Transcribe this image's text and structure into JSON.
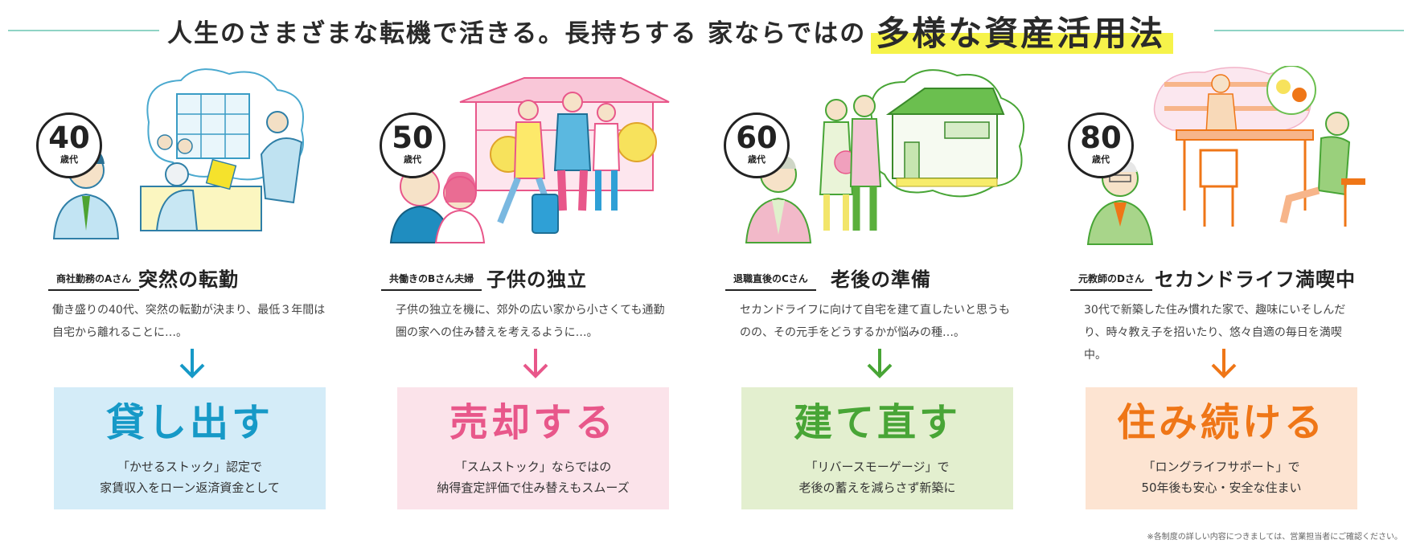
{
  "header": {
    "title_main": "人生のさまざまな転機で活きる。長持ちする 家ならではの",
    "title_highlight": "多様な資産活用法",
    "accent_color": "#f6f34a",
    "rule_color": "#8fd3c5"
  },
  "cases": [
    {
      "age_num": "40",
      "age_unit": "歳代",
      "person": "商社勤務のAさん",
      "heading": "突然の転勤",
      "desc": "働き盛りの40代、突然の転勤が決まり、最低３年間は自宅から離れることに…。",
      "solution_title": "貸し出す",
      "solution_line1": "「かせるストック」認定で",
      "solution_line2": "家賃収入をローン返済資金として",
      "color": "#1699c7"
    },
    {
      "age_num": "50",
      "age_unit": "歳代",
      "person": "共働きのBさん夫婦",
      "heading": "子供の独立",
      "desc": "子供の独立を機に、郊外の広い家から小さくても通勤圏の家への住み替えを考えるように…。",
      "solution_title": "売却する",
      "solution_line1": "「スムストック」ならではの",
      "solution_line2": "納得査定評価で住み替えもスムーズ",
      "color": "#e8578a"
    },
    {
      "age_num": "60",
      "age_unit": "歳代",
      "person": "退職直後のCさん",
      "heading": "老後の準備",
      "desc": "セカンドライフに向けて自宅を建て直したいと思うものの、その元手をどうするかが悩みの種…。",
      "solution_title": "建て直す",
      "solution_line1": "「リバースモーゲージ」で",
      "solution_line2": "老後の蓄えを減らさず新築に",
      "color": "#48a536"
    },
    {
      "age_num": "80",
      "age_unit": "歳代",
      "person": "元教師のDさん",
      "heading": "セカンドライフ満喫中",
      "desc": "30代で新築した住み慣れた家で、趣味にいそしんだり、時々教え子を招いたり、悠々自適の毎日を満喫中。",
      "solution_title": "住み続ける",
      "solution_line1": "「ロングライフサポート」で",
      "solution_line2": "50年後も安心・安全な住まい",
      "color": "#ef7617"
    }
  ],
  "footnote": "※各制度の詳しい内容につきましては、営業担当者にご確認ください。"
}
